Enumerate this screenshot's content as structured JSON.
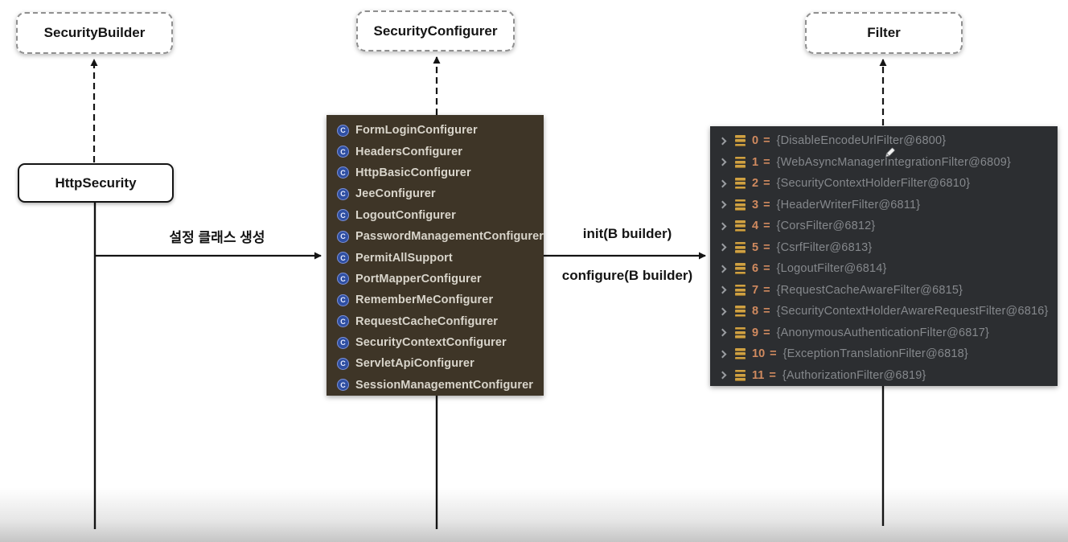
{
  "diagram": {
    "nodes": {
      "security_builder": "SecurityBuilder",
      "security_configurer": "SecurityConfigurer",
      "filter": "Filter",
      "http_security": "HttpSecurity"
    },
    "edge_labels": {
      "create_config_class": "설정 클래스 생성",
      "init": "init(B builder)",
      "configure": "configure(B builder)"
    },
    "configurer_panel": {
      "class_icon_letter": "C",
      "items": [
        "FormLoginConfigurer",
        "HeadersConfigurer",
        "HttpBasicConfigurer",
        "JeeConfigurer",
        "LogoutConfigurer",
        "PasswordManagementConfigurer",
        "PermitAllSupport",
        "PortMapperConfigurer",
        "RememberMeConfigurer",
        "RequestCacheConfigurer",
        "SecurityContextConfigurer",
        "ServletApiConfigurer",
        "SessionManagementConfigurer"
      ]
    },
    "filter_panel": {
      "equals": "=",
      "rows": [
        {
          "index": "0",
          "value": "{DisableEncodeUrlFilter@6800}"
        },
        {
          "index": "1",
          "value": "{WebAsyncManagerIntegrationFilter@6809}"
        },
        {
          "index": "2",
          "value": "{SecurityContextHolderFilter@6810}"
        },
        {
          "index": "3",
          "value": "{HeaderWriterFilter@6811}"
        },
        {
          "index": "4",
          "value": "{CorsFilter@6812}"
        },
        {
          "index": "5",
          "value": "{CsrfFilter@6813}"
        },
        {
          "index": "6",
          "value": "{LogoutFilter@6814}"
        },
        {
          "index": "7",
          "value": "{RequestCacheAwareFilter@6815}"
        },
        {
          "index": "8",
          "value": "{SecurityContextHolderAwareRequestFilter@6816}"
        },
        {
          "index": "9",
          "value": "{AnonymousAuthenticationFilter@6817}"
        },
        {
          "index": "10",
          "value": "{ExceptionTranslationFilter@6818}"
        },
        {
          "index": "11",
          "value": "{AuthorizationFilter@6819}"
        }
      ]
    },
    "icons": {
      "class": "class-icon",
      "array": "array-icon",
      "expand": "chevron-right-icon",
      "cursor": "pen-cursor-icon"
    },
    "colors": {
      "configurer_panel_bg": "#3e3527",
      "filter_panel_bg": "#2c2e31",
      "configurer_text": "#d9d5cb",
      "filter_index": "#d08a5f",
      "filter_value": "#85888c",
      "class_icon_blue": "#2f4fa2",
      "array_icon_gold": "#cfa143"
    }
  }
}
